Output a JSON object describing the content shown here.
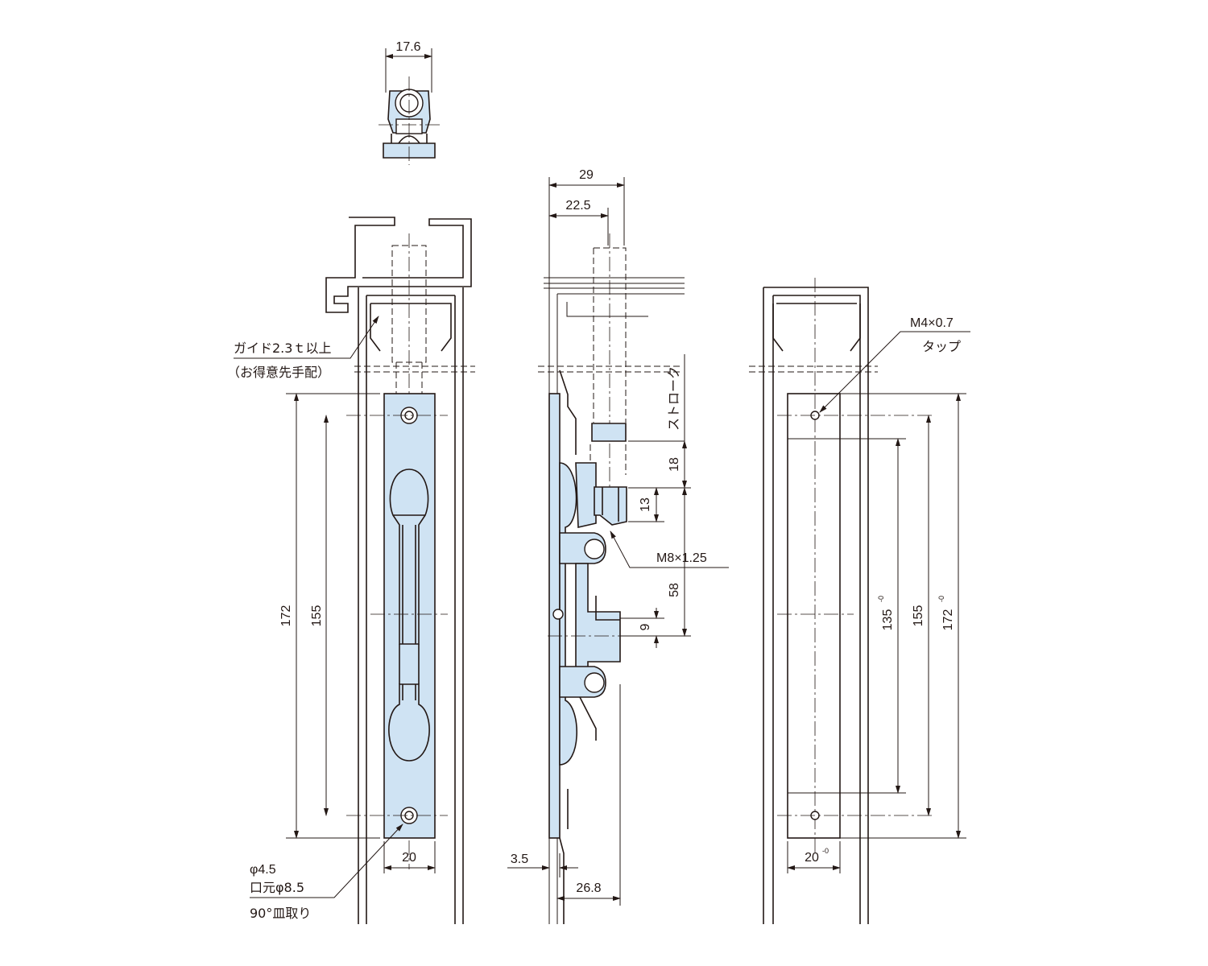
{
  "colors": {
    "part_fill": "#cfe3f3",
    "line": "#231815",
    "background": "#ffffff"
  },
  "top_view": {
    "width_dim": "17.6"
  },
  "front_view": {
    "guide_note_line1": "ガイド2.3ｔ以上",
    "guide_note_line2": "（お得意先手配）",
    "dim_172": "172",
    "dim_155": "155",
    "dim_width": "20",
    "hole_note_line1": "φ4.5",
    "hole_note_line2": "口元φ8.5",
    "hole_note_line3": "90°皿取り"
  },
  "side_view": {
    "dim_29": "29",
    "dim_22_5": "22.5",
    "stroke_label": "ストローク",
    "dim_18": "18",
    "dim_13": "13",
    "thread_label": "M8×1.25",
    "dim_58": "58",
    "dim_9": "9",
    "dim_3_5": "3.5",
    "dim_26_8": "26.8"
  },
  "back_view": {
    "tap_note_line1": "M4×0.7",
    "tap_note_line2": "タップ",
    "dim_135": "135",
    "dim_155": "155",
    "dim_172": "172",
    "dim_20": "20",
    "tolerance": "-0"
  }
}
